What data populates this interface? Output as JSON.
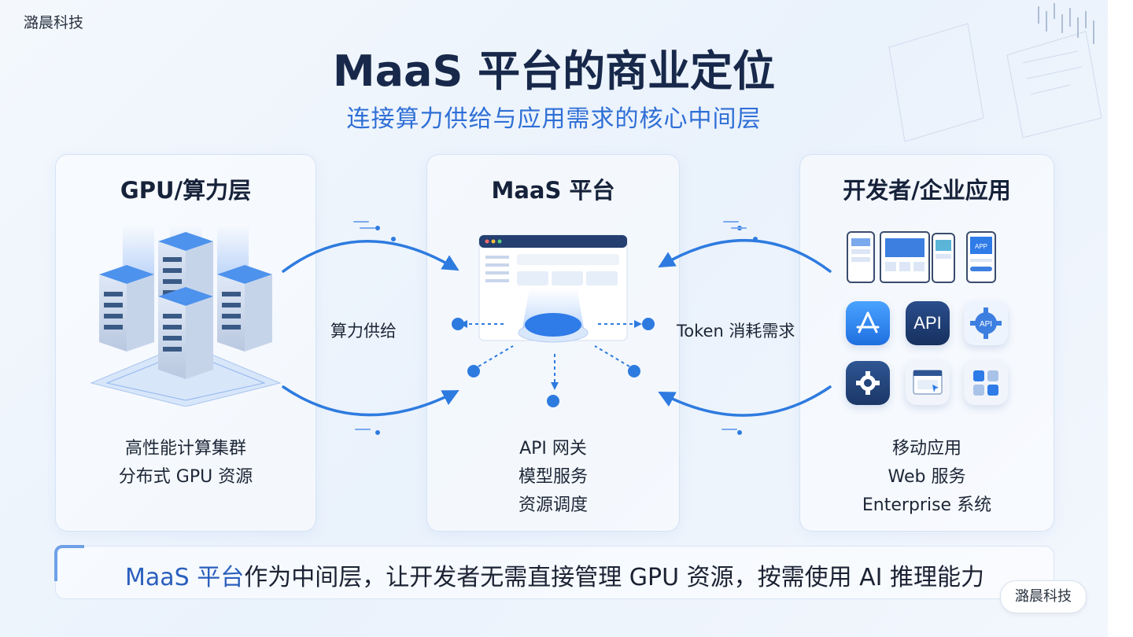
{
  "brand": {
    "top_left": "潞晨科技",
    "badge": "潞晨科技"
  },
  "header": {
    "title": "MaaS 平台的商业定位",
    "subtitle": "连接算力供给与应用需求的核心中间层"
  },
  "panels": {
    "left": {
      "title": "GPU/算力层",
      "lines": [
        "高性能计算集群",
        "分布式 GPU 资源"
      ]
    },
    "middle": {
      "title": "MaaS 平台",
      "lines": [
        "API 网关",
        "模型服务",
        "资源调度"
      ]
    },
    "right": {
      "title": "开发者/企业应用",
      "lines": [
        "移动应用",
        "Web 服务",
        "Enterprise 系统"
      ]
    }
  },
  "flows": {
    "supply": "算力供给",
    "demand": "Token 消耗需求"
  },
  "icons": {
    "phone_app_label": "APP",
    "api_dark_label": "API",
    "api_gear_label": "API",
    "names": [
      "app-store-icon",
      "api-icon",
      "api-gear-icon",
      "settings-gear-icon",
      "browser-window-icon",
      "app-grid-icon"
    ]
  },
  "banner": {
    "highlight": "MaaS 平台",
    "text": "作为中间层，让开发者无需直接管理 GPU 资源，按需使用 AI 推理能力"
  },
  "colors": {
    "accent": "#2f6fd6",
    "title": "#17284a",
    "arrow": "#2e7be0"
  }
}
